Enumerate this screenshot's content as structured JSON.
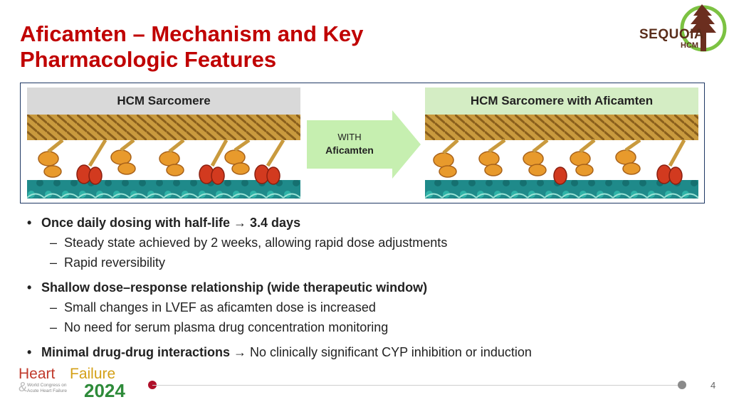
{
  "slide": {
    "title_line1": "Aficamten – Mechanism and Key",
    "title_line2": "Pharmacologic Features",
    "page_number": "4"
  },
  "logo": {
    "name": "SEQUOIA",
    "sub": "HCM"
  },
  "figure": {
    "left_header": "HCM Sarcomere",
    "right_header": "HCM Sarcomere with Aficamten",
    "arrow_line1": "WITH",
    "arrow_line2": "Aficamten"
  },
  "bullets": {
    "b1": {
      "bold": "Once daily dosing with half-life → 3.4 days"
    },
    "b1_sub1": "Steady state achieved by 2 weeks, allowing rapid dose adjustments",
    "b1_sub2": "Rapid reversibility",
    "b2": {
      "bold": "Shallow dose–response relationship (wide therapeutic window)"
    },
    "b2_sub1": "Small changes in LVEF as aficamten dose is increased",
    "b2_sub2": "No need for serum plasma drug concentration monitoring",
    "b3": {
      "bold": "Minimal drug-drug interactions",
      "rest": "→ No clinically significant CYP inhibition or induction"
    }
  },
  "footer": {
    "heart": "Heart",
    "failure": "Failure",
    "year": "2024",
    "small_line1": "World Congress on",
    "small_line2": "Acute Heart Failure"
  },
  "colors": {
    "title": "#c00000",
    "green_panel": "#d4edc4",
    "grey_panel": "#d9d9d9",
    "arrow": "#c6efb0"
  }
}
